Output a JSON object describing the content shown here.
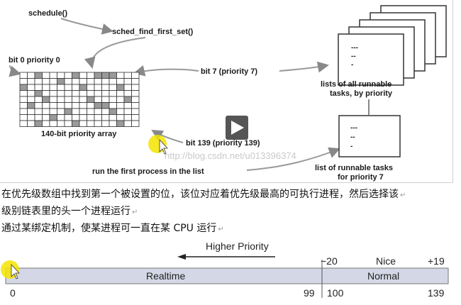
{
  "diagram": {
    "schedule_label": "schedule()",
    "sched_find_label": "sched_find_first_set()",
    "bit0_label": "bit 0 priority 0",
    "bit7_label": "bit 7 (priority 7)",
    "bit139_label": "bit 139 (priority 139)",
    "array_label": "140-bit priority array",
    "run_label": "run the first process in the list",
    "lists_all_line1": "lists of all runnable",
    "lists_all_line2": "tasks, by priority",
    "list_prio7_line1": "list of runnable tasks",
    "list_prio7_line2": "for priority 7",
    "watermark": "http://blog.csdn.net/u013396374",
    "dash": "---",
    "dash2": "--",
    "dash1": "-"
  },
  "text": {
    "line1": "在优先级数组中找到第一个被设置的位，该位对应着优先级最高的可执行进程，然后选择该",
    "line2": "级别链表里的头一个进程运行",
    "line3": "通过某绑定机制，使某进程可一直在某 CPU 运行",
    "para_mark": "↵"
  },
  "priority_scale": {
    "higher_priority": "Higher Priority",
    "nice_label": "Nice",
    "nice_min": "−20",
    "nice_max": "+19",
    "realtime_label": "Realtime",
    "normal_label": "Normal",
    "tick_0": "0",
    "tick_99": "99",
    "tick_100": "100",
    "tick_139": "139"
  },
  "colors": {
    "bar_fill": "#d4d8e6",
    "cell_fill": "#9a9a9a",
    "play_button": "#555555",
    "cursor_highlight": "#f5e400"
  },
  "icons": [
    "play-icon",
    "cursor-icon"
  ]
}
